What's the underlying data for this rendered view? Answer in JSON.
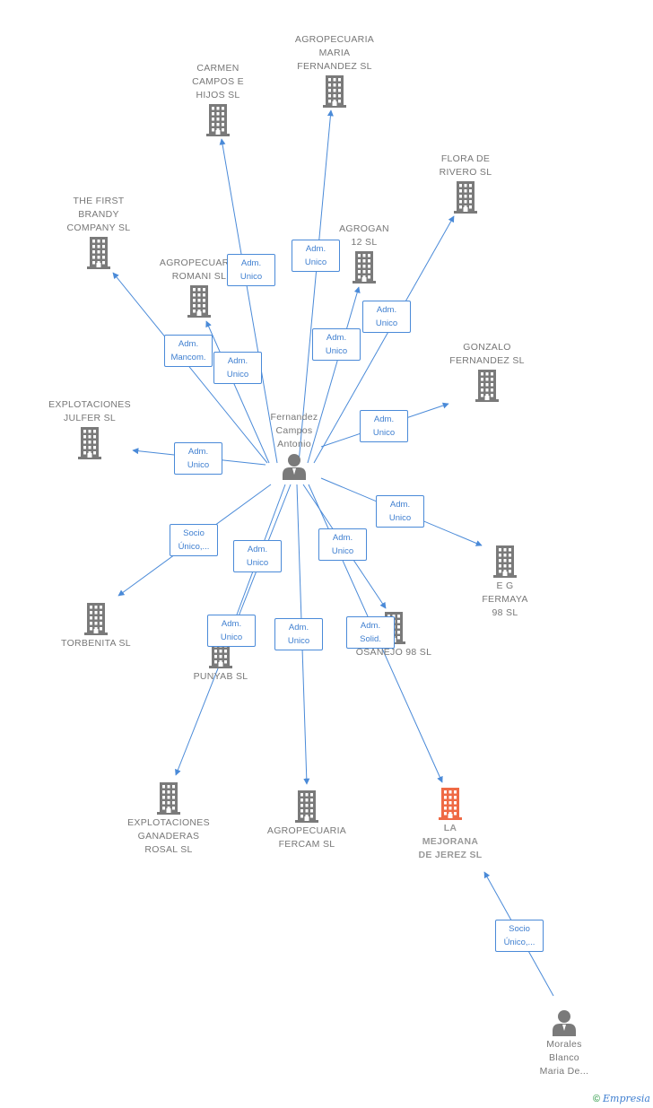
{
  "colors": {
    "building": "#7a7a7a",
    "highlight": "#ef6a45",
    "person": "#7a7a7a",
    "edge": "#4a8ad8"
  },
  "nodes": [
    {
      "id": "carmen",
      "label": "CARMEN\nCAMPOS E\nHIJOS SL",
      "icon": "building-icon"
    },
    {
      "id": "agmaria",
      "label": "AGROPECUARIA\nMARIA\nFERNANDEZ SL",
      "icon": "building-icon"
    },
    {
      "id": "flora",
      "label": "FLORA DE\nRIVERO SL",
      "icon": "building-icon"
    },
    {
      "id": "first",
      "label": "THE FIRST\nBRANDY\nCOMPANY SL",
      "icon": "building-icon"
    },
    {
      "id": "agrogan",
      "label": "AGROGAN\n12 SL",
      "icon": "building-icon"
    },
    {
      "id": "romani",
      "label": "AGROPECUARIA\nROMANI SL",
      "icon": "building-icon"
    },
    {
      "id": "gonzalo",
      "label": "GONZALO\nFERNANDEZ SL",
      "icon": "building-icon"
    },
    {
      "id": "julfer",
      "label": "EXPLOTACIONES\nJULFER SL",
      "icon": "building-icon"
    },
    {
      "id": "eg",
      "label": "E G\nFERMAYA\n98 SL",
      "icon": "building-icon"
    },
    {
      "id": "torbenita",
      "label": "TORBENITA  SL",
      "icon": "building-icon"
    },
    {
      "id": "punyab",
      "label": "PUNYAB SL",
      "icon": "building-icon"
    },
    {
      "id": "osanejo",
      "label": "OSANEJO 98 SL",
      "icon": "building-icon"
    },
    {
      "id": "ganaderas",
      "label": "EXPLOTACIONES\nGANADERAS\nROSAL SL",
      "icon": "building-icon"
    },
    {
      "id": "fercam",
      "label": "AGROPECUARIA\nFERCAM SL",
      "icon": "building-icon"
    },
    {
      "id": "mejorana",
      "label": "LA\nMEJORANA\nDE JEREZ  SL",
      "icon": "building-icon",
      "highlight": true
    },
    {
      "id": "fernandez",
      "label": "Fernandez\nCampos\nAntonio",
      "icon": "person-icon"
    },
    {
      "id": "morales",
      "label": "Morales\nBlanco\nMaria De...",
      "icon": "person-icon"
    }
  ],
  "edges": [
    {
      "from": "fernandez",
      "to": "carmen",
      "label": "Adm.\nUnico"
    },
    {
      "from": "fernandez",
      "to": "agmaria",
      "label": "Adm.\nUnico"
    },
    {
      "from": "fernandez",
      "to": "flora",
      "label": "Adm.\nUnico"
    },
    {
      "from": "fernandez",
      "to": "first",
      "label": "Adm.\nMancom."
    },
    {
      "from": "fernandez",
      "to": "agrogan",
      "label": "Adm.\nUnico"
    },
    {
      "from": "fernandez",
      "to": "romani",
      "label": "Adm.\nUnico"
    },
    {
      "from": "fernandez",
      "to": "gonzalo",
      "label": "Adm.\nUnico"
    },
    {
      "from": "fernandez",
      "to": "julfer",
      "label": "Adm.\nUnico"
    },
    {
      "from": "fernandez",
      "to": "eg",
      "label": "Adm.\nUnico"
    },
    {
      "from": "fernandez",
      "to": "torbenita",
      "label": "Socio\nÚnico,..."
    },
    {
      "from": "fernandez",
      "to": "punyab",
      "label": "Adm.\nUnico"
    },
    {
      "from": "fernandez",
      "to": "osanejo",
      "label": "Adm.\nUnico"
    },
    {
      "from": "fernandez",
      "to": "ganaderas",
      "label": "Adm.\nUnico"
    },
    {
      "from": "fernandez",
      "to": "fercam",
      "label": "Adm.\nUnico"
    },
    {
      "from": "fernandez",
      "to": "mejorana",
      "label": "Adm.\nSolid."
    },
    {
      "from": "morales",
      "to": "mejorana",
      "label": "Socio\nÚnico,..."
    }
  ],
  "footer": {
    "copyright": "©",
    "brand": "Empresia"
  }
}
